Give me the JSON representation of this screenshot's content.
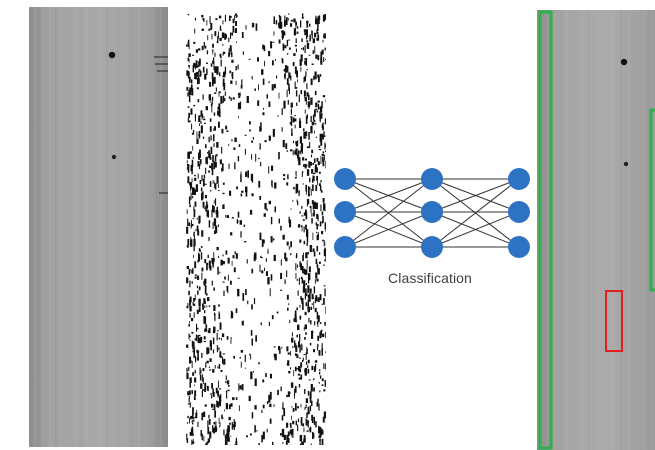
{
  "diagram": {
    "stage_label": "Classification",
    "colors": {
      "node_fill": "#2e72c4",
      "edge_stroke": "#333333",
      "gray_background": "#9a9a9a",
      "detection_box_green": "#2eb14a",
      "detection_box_red": "#e0201c"
    },
    "network": {
      "layers": [
        3,
        3,
        3
      ]
    }
  }
}
